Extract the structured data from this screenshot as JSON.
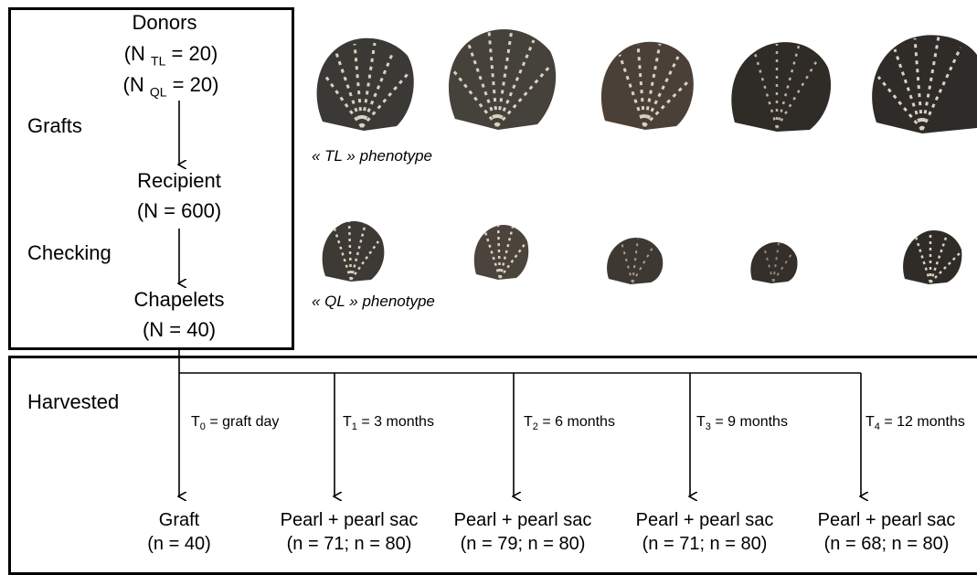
{
  "top_box": {
    "donors": "Donors",
    "donors_tl_prefix": "(N ",
    "donors_tl_sub": "TL",
    "donors_tl_suffix": " = 20)",
    "donors_ql_prefix": "(N ",
    "donors_ql_sub": "QL",
    "donors_ql_suffix": " = 20)",
    "grafts": "Grafts",
    "recipient": "Recipient",
    "recipient_n": "(N = 600)",
    "checking": "Checking",
    "chapelets": "Chapelets",
    "chapelets_n": "(N = 40)"
  },
  "phenotypes": {
    "tl_label": "« TL » phenotype",
    "ql_label": "« QL » phenotype"
  },
  "bottom_box": {
    "harvested": "Harvested",
    "timepoints": [
      {
        "t": "T",
        "sub": "0",
        "rest": " = graft day",
        "result": "Graft",
        "n": "(n = 40)"
      },
      {
        "t": "T",
        "sub": "1",
        "rest": " = 3 months",
        "result": "Pearl + pearl sac",
        "n": "(n = 71; n = 80)"
      },
      {
        "t": "T",
        "sub": "2",
        "rest": " = 6 months",
        "result": "Pearl + pearl sac",
        "n": "(n = 79; n = 80)"
      },
      {
        "t": "T",
        "sub": "3",
        "rest": " = 9 months",
        "result": "Pearl + pearl sac",
        "n": "(n = 71; n = 80)"
      },
      {
        "t": "T",
        "sub": "4",
        "rest": " = 12 months",
        "result": "Pearl + pearl sac",
        "n": "(n = 68; n = 80)"
      }
    ]
  },
  "colors": {
    "shell_dark": "#3b3935",
    "shell_mid": "#5a554c",
    "shell_light": "#d9d2c0"
  }
}
